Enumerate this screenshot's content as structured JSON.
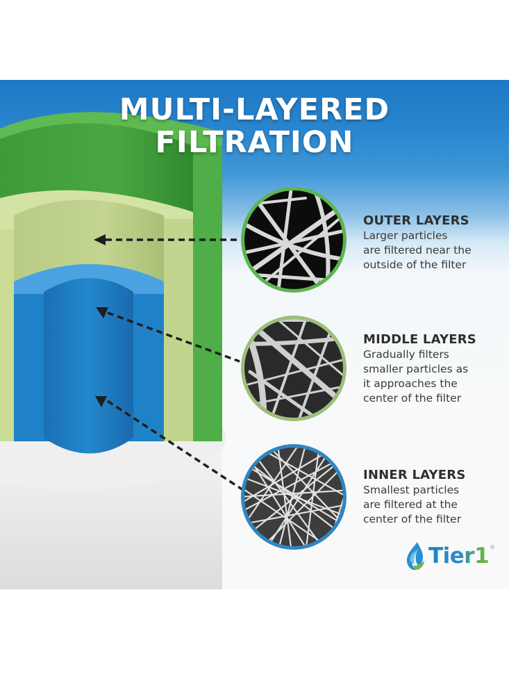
{
  "title": {
    "line1": "MULTI-LAYERED",
    "line2": "FILTRATION"
  },
  "layers": [
    {
      "heading": "OUTER LAYERS",
      "lines": [
        "Larger particles",
        "are filtered near the",
        "outside of the filter"
      ],
      "ring_color": "#5cb54f",
      "fiber_density": "sparse"
    },
    {
      "heading": "MIDDLE LAYERS",
      "lines": [
        "Gradually filters",
        "smaller particles as",
        "it approaches the",
        "center of the filter"
      ],
      "ring_color": "#9dbf7a",
      "fiber_density": "medium"
    },
    {
      "heading": "INNER LAYERS",
      "lines": [
        "Smallest particles",
        "are filtered at the",
        "center of the filter"
      ],
      "ring_color": "#2f86c2",
      "fiber_density": "dense"
    }
  ],
  "logo": {
    "brand": "Tier1",
    "registered": "®",
    "icon": "water-drop-leaf-icon"
  },
  "colors": {
    "header_blue": "#1f78c4",
    "outer_green": "#5cb54f",
    "middle_green": "#c7dc92",
    "inner_blue": "#1f7fc4",
    "base_white": "#ececec",
    "text_dark": "#333333"
  }
}
